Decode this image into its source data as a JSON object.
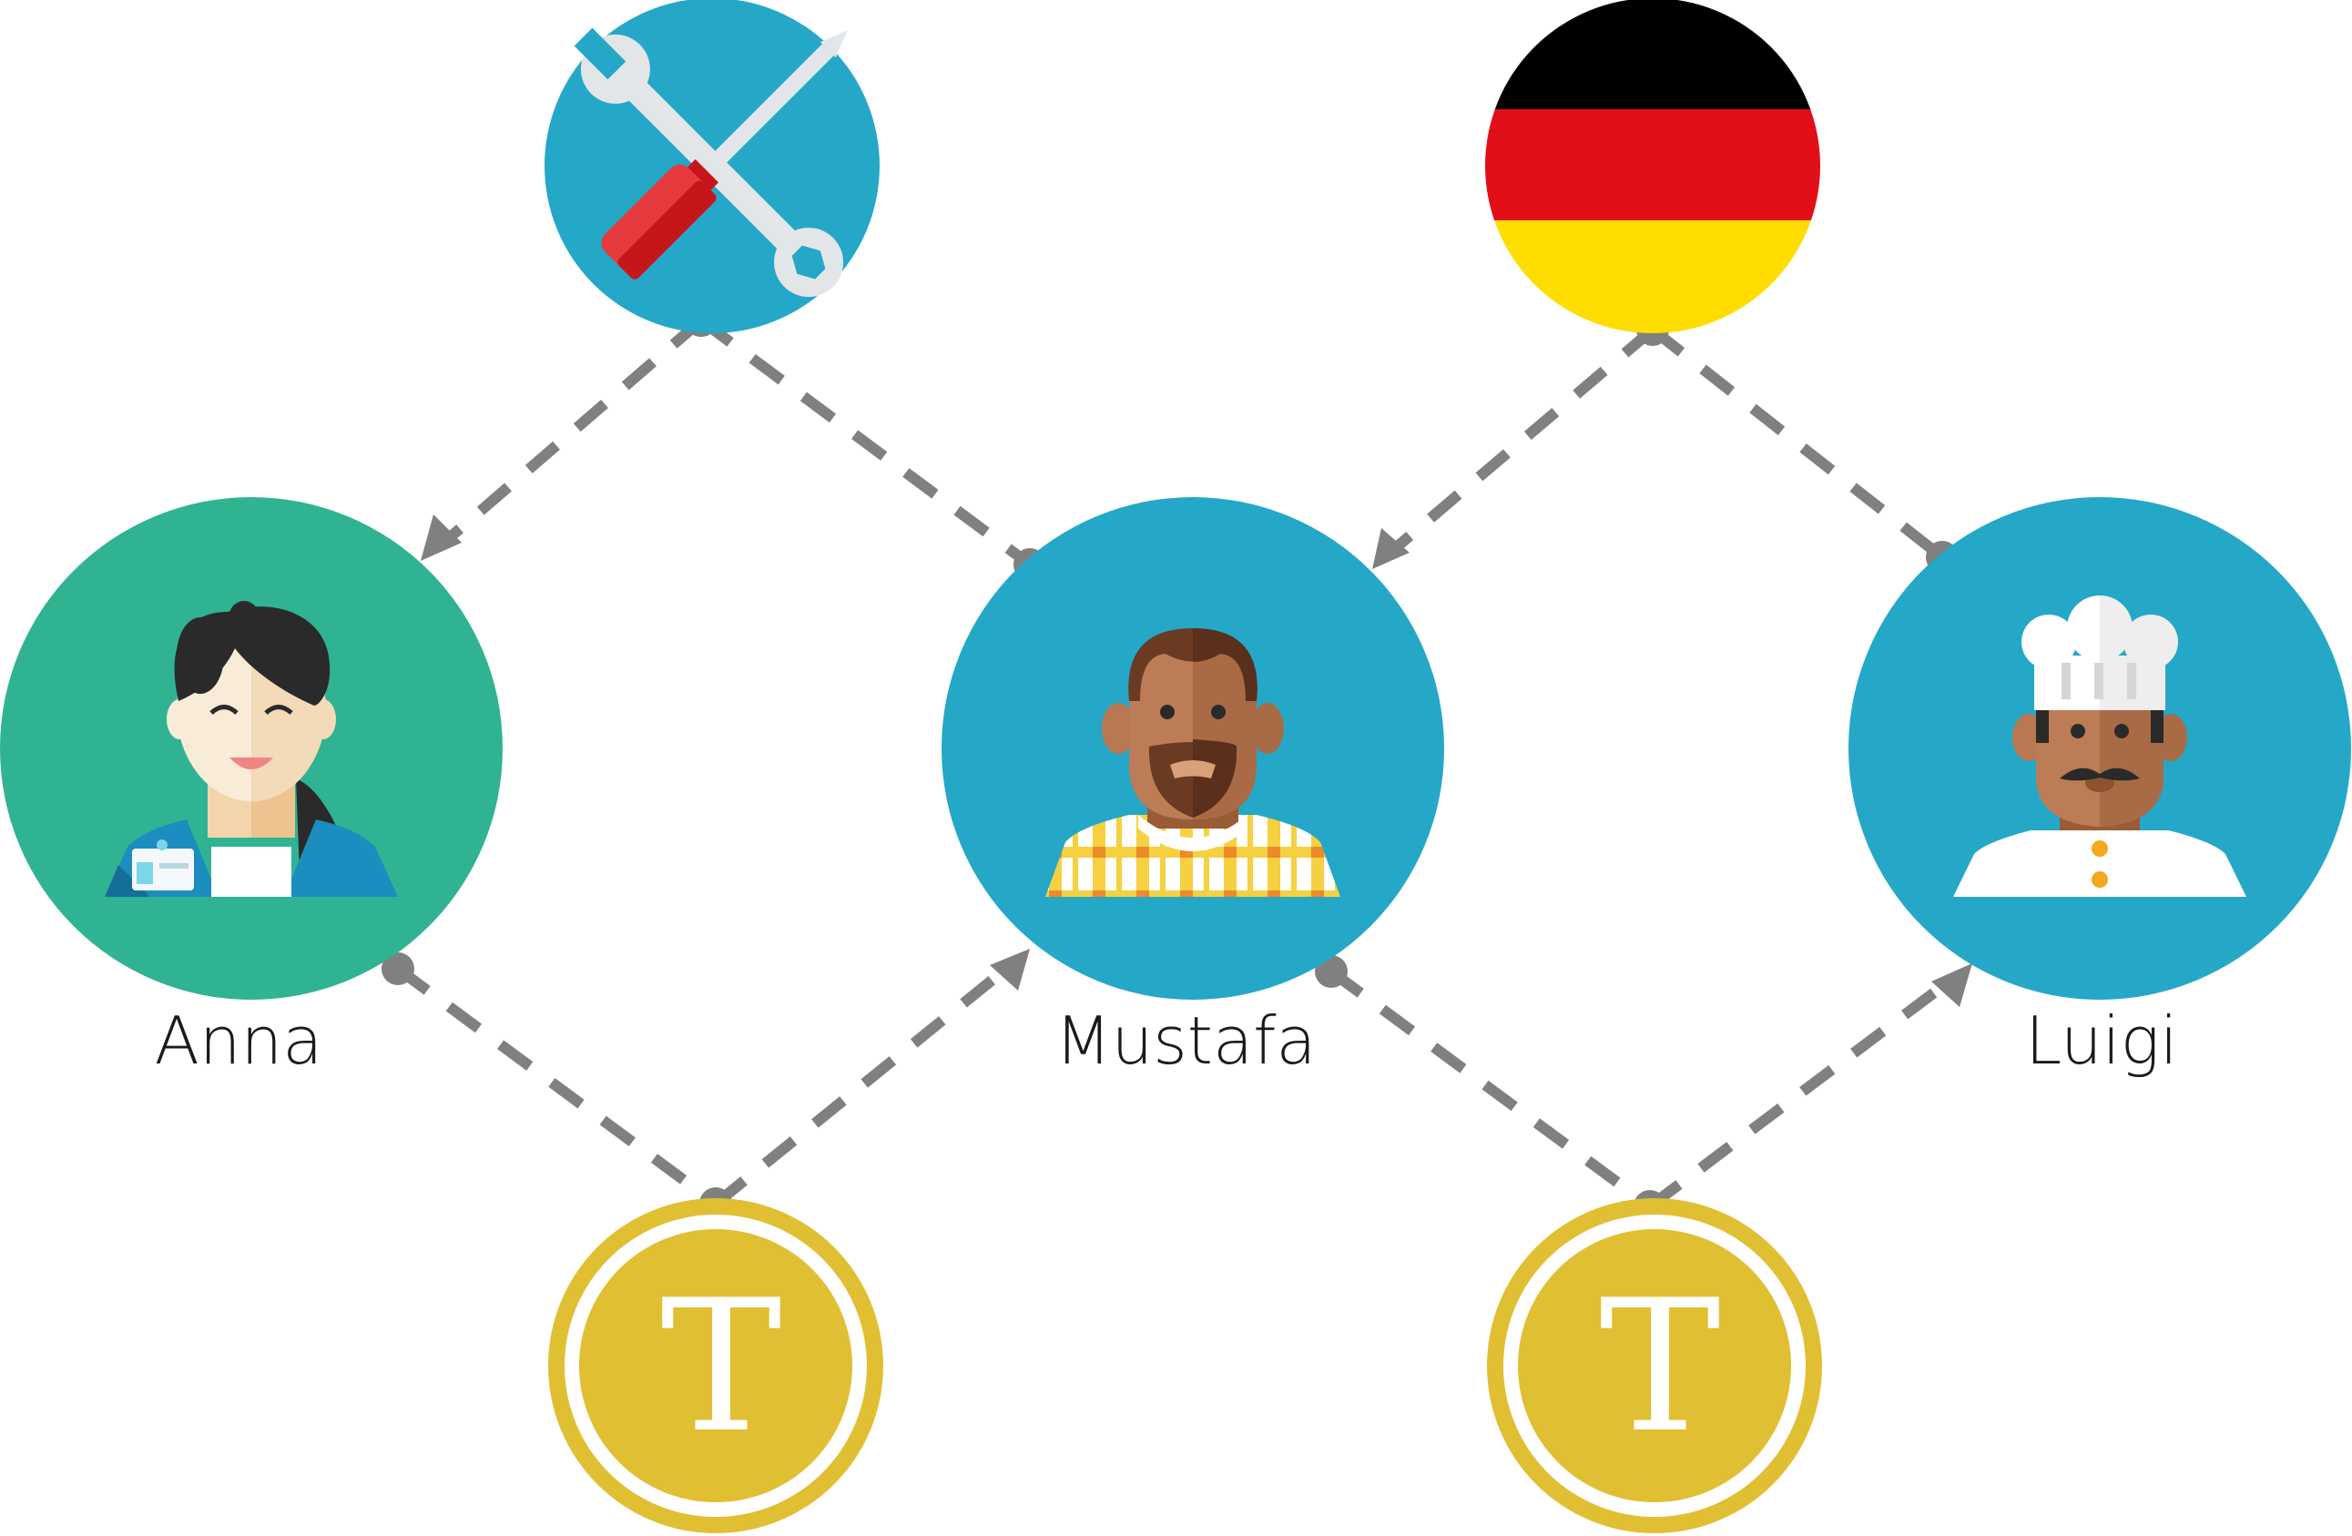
{
  "colors": {
    "person_blue": "#25A7C8",
    "person_green": "#30B392",
    "coin_gold": "#E0BF33",
    "edge_gray": "#808080",
    "flag_black": "#000000",
    "flag_red": "#E20F18",
    "flag_gold": "#FFDD00"
  },
  "nodes": {
    "tools": {
      "icon": "wrench-screwdriver-icon"
    },
    "germany": {
      "icon": "germany-flag-icon"
    },
    "anna": {
      "label": "Anna",
      "icon": "woman-office-worker-icon"
    },
    "mustafa": {
      "label": "Mustafa",
      "icon": "bearded-man-icon"
    },
    "luigi": {
      "label": "Luigi",
      "icon": "chef-icon"
    },
    "coin_left": {
      "symbol": "T",
      "icon": "token-coin-icon"
    },
    "coin_right": {
      "symbol": "T",
      "icon": "token-coin-icon"
    }
  },
  "edges": [
    {
      "from": "tools",
      "to": "anna"
    },
    {
      "from": "mustafa",
      "to": "tools"
    },
    {
      "from": "germany",
      "to": "mustafa"
    },
    {
      "from": "luigi",
      "to": "germany"
    },
    {
      "from": "anna",
      "to": "coin_left"
    },
    {
      "from": "coin_left",
      "to": "mustafa"
    },
    {
      "from": "mustafa",
      "to": "coin_right"
    },
    {
      "from": "coin_right",
      "to": "luigi"
    }
  ]
}
